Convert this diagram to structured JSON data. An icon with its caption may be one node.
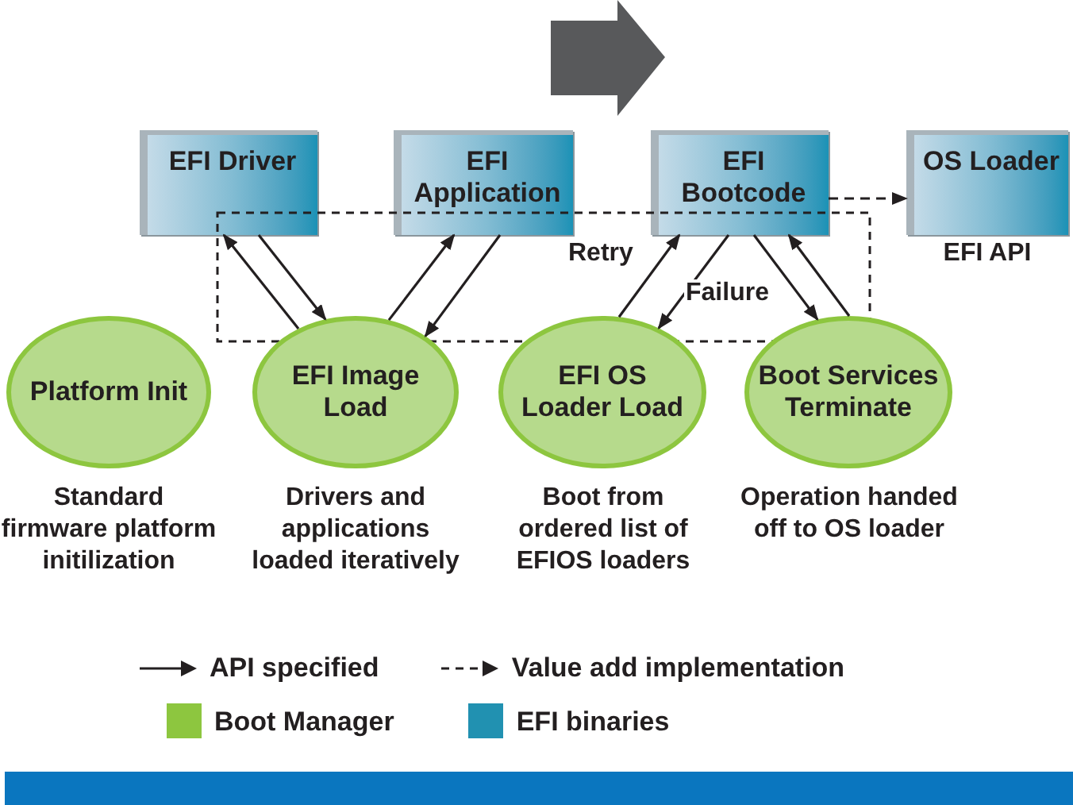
{
  "diagram": {
    "nodes": [
      {
        "text": [
          "EFI Driver"
        ]
      },
      {
        "text": [
          "EFI Application"
        ]
      },
      {
        "text": [
          "EFI Bootcode"
        ]
      },
      {
        "text": [
          "OS Loader"
        ],
        "beside": [
          "EFI API"
        ]
      },
      {
        "text": [
          "Platform Init"
        ],
        "beside": [
          "Standard firmware platform initilization"
        ]
      },
      {
        "text": [
          "EFI Image Load"
        ],
        "beside": [
          "Drivers and applications loaded iteratively"
        ]
      },
      {
        "text": [
          "EFI OS Loader Load"
        ],
        "beside": [
          "Boot from ordered list of EFIOS loaders"
        ]
      },
      {
        "text": [
          "Boot Services Terminate"
        ],
        "beside": [
          "Operation handed off to OS loader"
        ]
      }
    ],
    "edges": [
      {
        "from": 0,
        "to": 5,
        "arrow": "to"
      },
      {
        "from": 5,
        "to": 0,
        "arrow": "to"
      },
      {
        "from": 5,
        "to": 1,
        "arrow": "to"
      },
      {
        "from": 1,
        "to": 5,
        "arrow": "to"
      },
      {
        "from": 6,
        "to": 2,
        "arrow": "to",
        "label": "Retry"
      },
      {
        "from": 2,
        "to": 6,
        "arrow": "to",
        "label": "Failure"
      },
      {
        "from": 2,
        "to": 7,
        "arrow": "to"
      },
      {
        "from": 7,
        "to": 2,
        "arrow": "to"
      },
      {
        "from": 2,
        "to": 3,
        "arrow": "to",
        "style": "dashed"
      }
    ],
    "legend": [
      {
        "text": "API specified"
      },
      {
        "text": "Value add implementation"
      },
      {
        "text": "Boot Manager",
        "color": "#8dc63f"
      },
      {
        "text": "EFI binaries",
        "color": "#2191b1"
      }
    ]
  }
}
